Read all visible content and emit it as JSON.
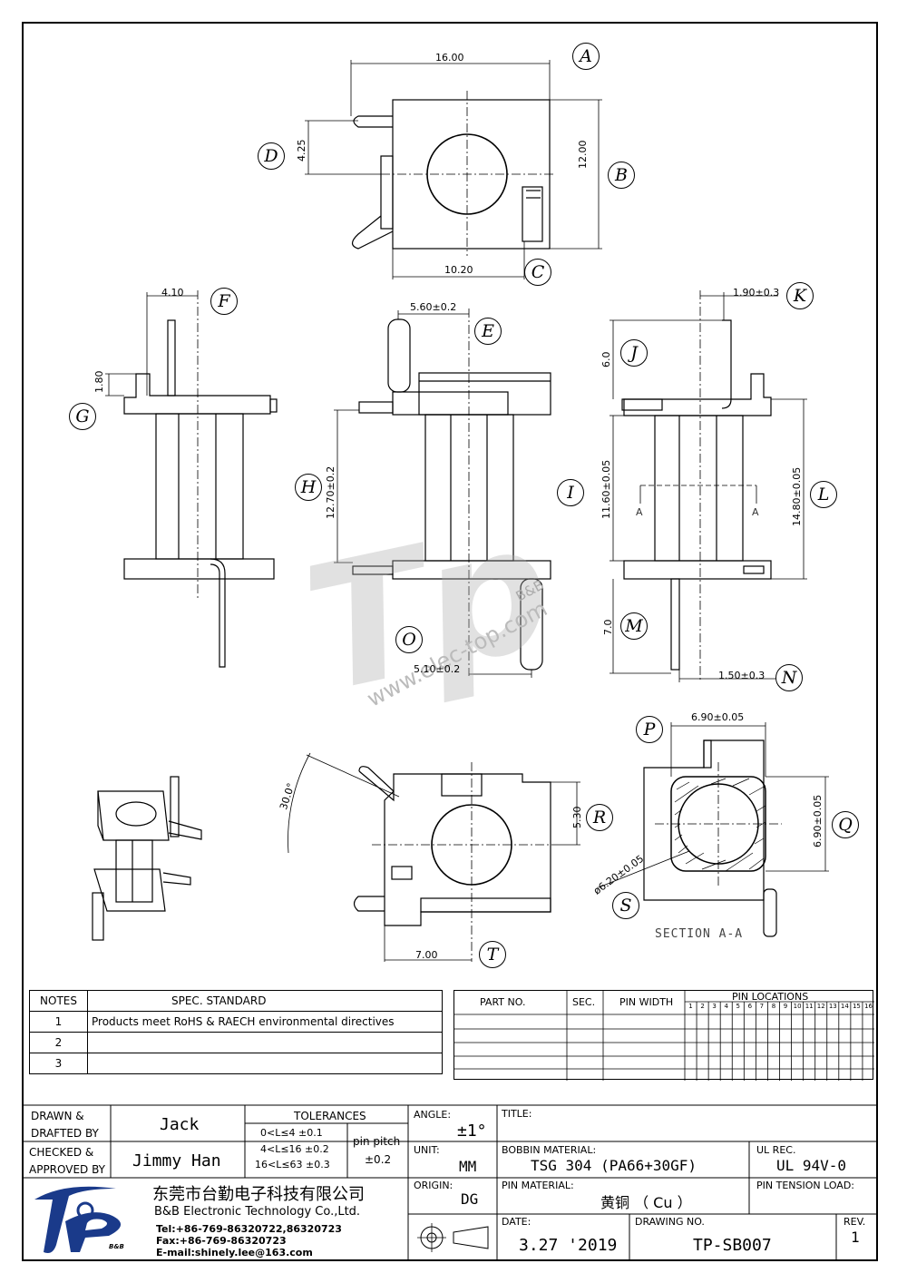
{
  "views": {
    "labels": [
      "A",
      "B",
      "C",
      "D",
      "E",
      "F",
      "G",
      "H",
      "I",
      "J",
      "K",
      "L",
      "M",
      "N",
      "O",
      "P",
      "Q",
      "R",
      "S",
      "T"
    ],
    "dims": {
      "a": "16.00",
      "b": "12.00",
      "c": "10.20",
      "d": "4.25",
      "e": "5.60±0.2",
      "f": "4.10",
      "g": "1.80",
      "h": "12.70±0.2",
      "i": "11.60±0.05",
      "j": "6.0",
      "k": "1.90±0.3",
      "l": "14.80±0.05",
      "m": "7.0",
      "n": "1.50±0.3",
      "o": "5.10±0.2",
      "p": "6.90±0.05",
      "q": "6.90±0.05",
      "r": "5.30",
      "s": "ø6.20±0.05",
      "t": "7.00",
      "angle": "30.0°"
    },
    "section_tag_a": "A",
    "section_title": "SECTION  A-A"
  },
  "watermark": {
    "brand": "B&B",
    "url": "www.elec-top.com"
  },
  "notes": {
    "headers": [
      "NOTES",
      "SPEC. STANDARD"
    ],
    "rows": [
      {
        "no": "1",
        "text": "Products  meet  RoHS  &  RAECH  environmental  directives"
      },
      {
        "no": "2",
        "text": ""
      },
      {
        "no": "3",
        "text": ""
      }
    ]
  },
  "parts": {
    "headers": [
      "PART NO.",
      "SEC.",
      "PIN WIDTH",
      "PIN LOCATIONS"
    ],
    "pins": [
      "1",
      "2",
      "3",
      "4",
      "5",
      "6",
      "7",
      "8",
      "9",
      "10",
      "11",
      "12",
      "13",
      "14",
      "15",
      "16"
    ]
  },
  "title_block": {
    "drawn_label": "DRAWN &\nDRAFTED BY",
    "drawn_by": "Jack",
    "checked_label": "CHECKED &\nAPPROVED BY",
    "checked_by": "Jimmy Han",
    "tolerances_label": "TOLERANCES",
    "tol_rows": [
      "0<L≤4    ±0.1",
      "4<L≤16  ±0.2",
      "16<L≤63  ±0.3"
    ],
    "pin_pitch_label": "pin pitch",
    "pin_pitch_value": "±0.2",
    "angle_label": "ANGLE:",
    "angle_value": "±1°",
    "unit_label": "UNIT:",
    "unit_value": "MM",
    "origin_label": "ORIGIN:",
    "origin_value": "DG",
    "title_label": "TITLE:",
    "bobbin_label": "BOBBIN  MATERIAL:",
    "bobbin_value": "TSG  304  (PA66+30GF)",
    "ul_label": "UL  REC.",
    "ul_value": "UL  94V-0",
    "pin_material_label": "PIN  MATERIAL:",
    "pin_material_value": "黄铜 （ Cu ）",
    "pin_tension_label": "PIN  TENSION  LOAD:",
    "date_label": "DATE:",
    "date_value": "3.27  '2019",
    "drawing_no_label": "DRAWING  NO.",
    "drawing_no_value": "TP-SB007",
    "rev_label": "REV.",
    "rev_value": "1"
  },
  "company": {
    "name_cn": "东莞市台勤电子科技有限公司",
    "name_en": "B&B  Electronic  Technology  Co.,Ltd.",
    "tel": "Tel:+86-769-86320722,86320723",
    "fax": "Fax:+86-769-86320723",
    "email": "E-mail:shinely.lee@163.com",
    "logo_sub": "B&B"
  }
}
